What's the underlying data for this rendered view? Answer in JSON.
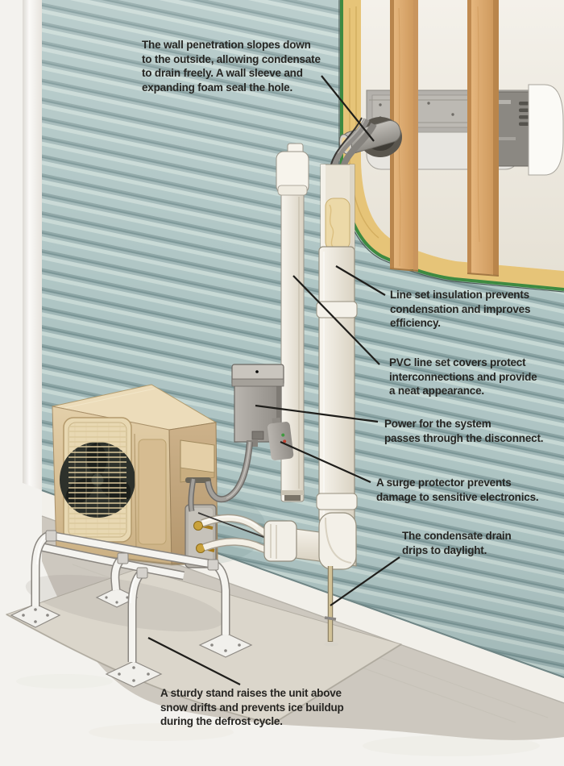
{
  "callouts": [
    {
      "id": "wall-penetration",
      "lines": [
        "The wall penetration slopes down",
        "to the outside, allowing condensate",
        "to drain freely. A wall sleeve and",
        "expanding foam seal the hole."
      ]
    },
    {
      "id": "line-set-insulation",
      "lines": [
        "Line set insulation prevents",
        "condensation and improves",
        "efficiency."
      ]
    },
    {
      "id": "pvc-line-set-covers",
      "lines": [
        "PVC line set covers protect",
        "interconnections and provide",
        "a neat appearance."
      ]
    },
    {
      "id": "disconnect",
      "lines": [
        "Power for the system",
        "passes through the disconnect."
      ]
    },
    {
      "id": "surge-protector",
      "lines": [
        "A surge protector prevents",
        "damage to sensitive electronics."
      ]
    },
    {
      "id": "condensate-drain",
      "lines": [
        "The condensate drain",
        "drips to daylight."
      ]
    },
    {
      "id": "sturdy-stand",
      "lines": [
        "A sturdy stand raises the unit above",
        "snow drifts and prevents ice buildup",
        "during the defrost cycle."
      ]
    }
  ],
  "colors": {
    "page_background": "#f3f2ee",
    "siding_main": "#adc4c3",
    "siding_shadow": "#769293",
    "corner_trim": "#f4f2ee",
    "housewrap_green": "#3e8a41",
    "cut_wood": "#e6c478",
    "stud_wood": "#d9a86c",
    "interior_wall": "#f1ede5",
    "unit_beige": "#dcc69f",
    "fan_panel": "#e8d8b2",
    "fan_dark": "#2d312b",
    "pvc_white": "#f5f2ea",
    "conduit_gray": "#9b9894",
    "box_gray": "#a8a49e",
    "brass": "#c9a23c",
    "copper": "#b06a3a",
    "drain_tan": "#d2c297",
    "stand_white": "#f5f4f0",
    "foundation_white": "#f2f0ea",
    "foundation_gray": "#cdc8bf",
    "concrete_pad": "#dbd6cb",
    "ground": "#f6f5f2",
    "leader_line": "#1f1e1b",
    "text_ink": "#262522"
  }
}
